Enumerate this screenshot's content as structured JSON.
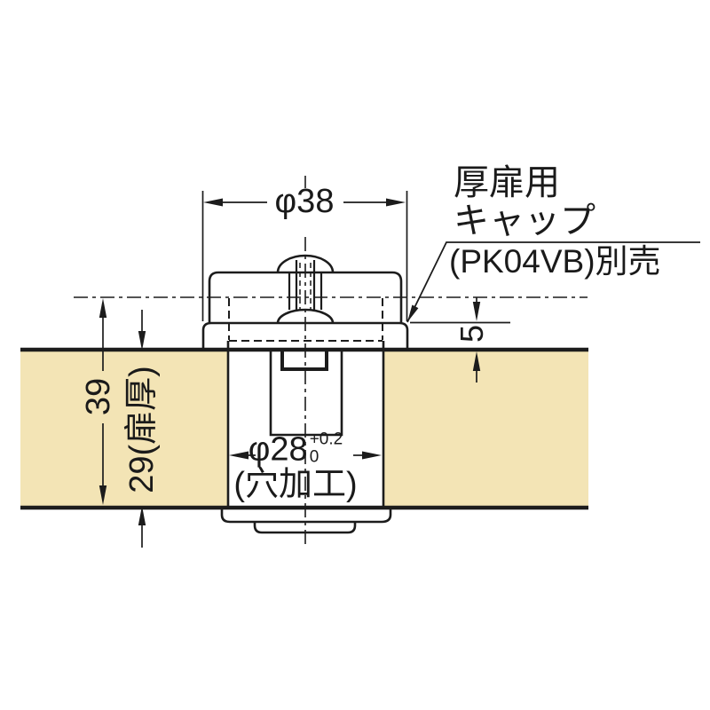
{
  "callout": {
    "line1": "厚扉用",
    "line2": "キャップ",
    "line3": "(PK04VB)別売"
  },
  "dimensions": {
    "flange_diameter": "φ38",
    "overall_depth": "39",
    "door_thickness": "29(扉厚)",
    "protrusion": "5",
    "hole_diameter": "φ28",
    "hole_tolerance_upper": "+0.2",
    "hole_tolerance_lower": "0",
    "hole_note": "(穴加工)"
  },
  "colors": {
    "line": "#1c1c1c",
    "panel_fill": "#f3e4b5",
    "background": "#ffffff"
  }
}
